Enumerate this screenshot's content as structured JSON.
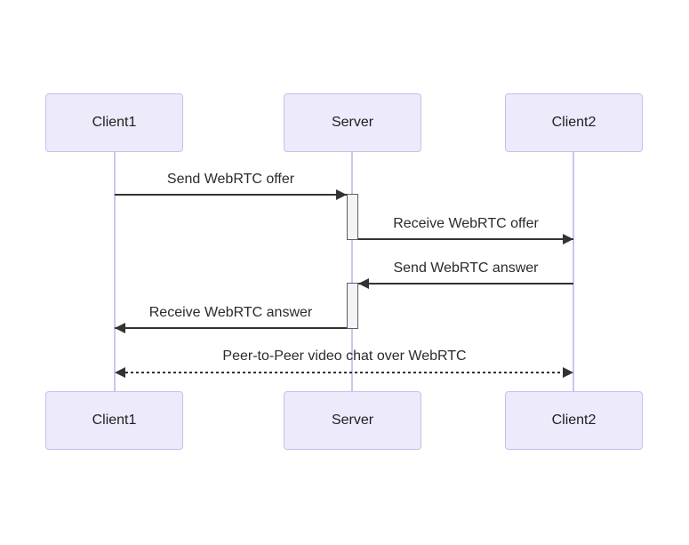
{
  "diagram": {
    "kind": "sequence-diagram",
    "actors": [
      {
        "id": "client1",
        "label": "Client1"
      },
      {
        "id": "server",
        "label": "Server"
      },
      {
        "id": "client2",
        "label": "Client2"
      }
    ],
    "messages": [
      {
        "from": "Client1",
        "to": "Server",
        "label": "Send WebRTC offer",
        "line": "solid",
        "direction": "right",
        "activates": "Server"
      },
      {
        "from": "Server",
        "to": "Client2",
        "label": "Receive WebRTC offer",
        "line": "solid",
        "direction": "right",
        "deactivates": "Server"
      },
      {
        "from": "Client2",
        "to": "Server",
        "label": "Send WebRTC answer",
        "line": "solid",
        "direction": "left",
        "activates": "Server"
      },
      {
        "from": "Server",
        "to": "Client1",
        "label": "Receive WebRTC answer",
        "line": "solid",
        "direction": "left",
        "deactivates": "Server"
      },
      {
        "from": "Client1",
        "to": "Client2",
        "label": "Peer-to-Peer video chat over WebRTC",
        "line": "dashed",
        "direction": "both"
      }
    ],
    "colors": {
      "actor_fill": "#ECEAFB",
      "actor_border": "#C6C1EA",
      "lifeline": "#CBC6EF",
      "activation_fill": "#F4F4F4",
      "activation_border": "#5E5E5E",
      "message_line": "#333333",
      "text": "#222222",
      "background": "#FFFFFF"
    }
  }
}
